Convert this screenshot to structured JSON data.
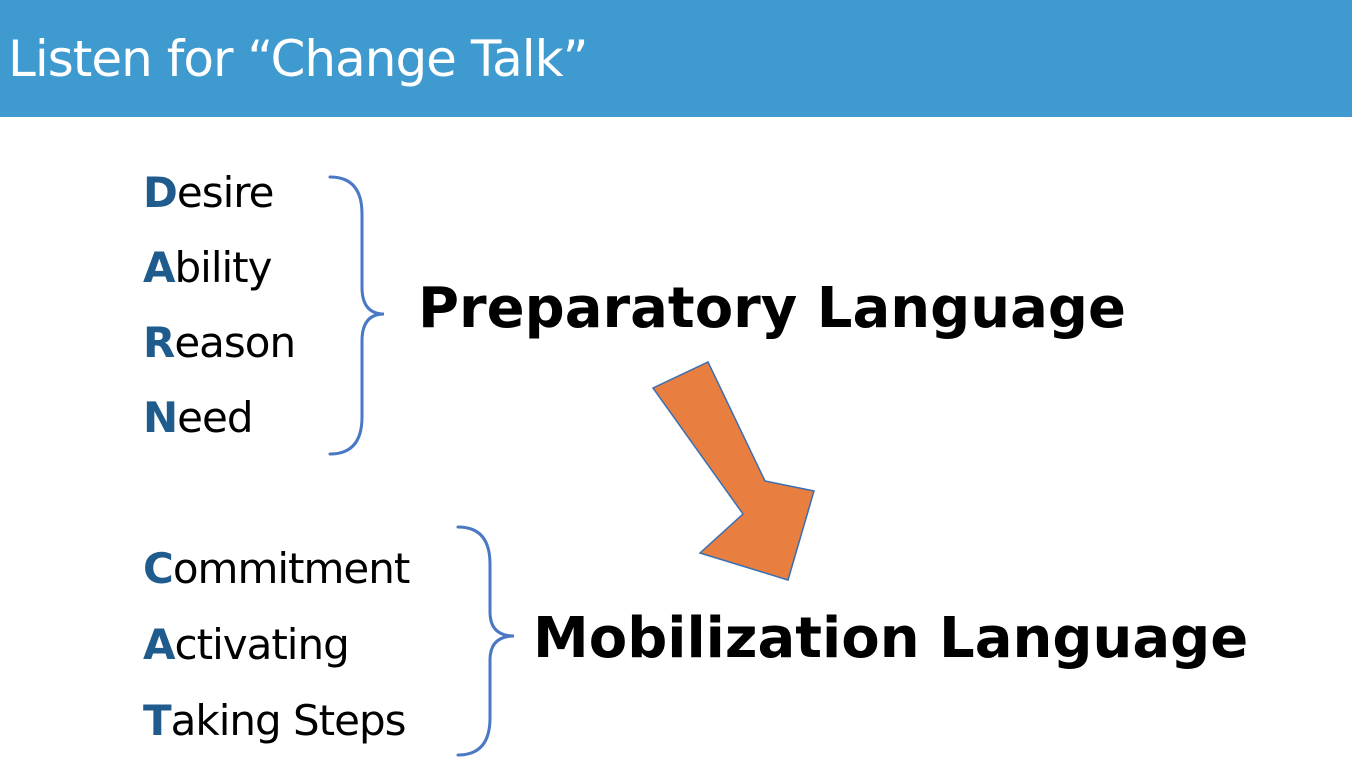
{
  "title": "Listen for “Change Talk”",
  "preparatory": {
    "terms": [
      {
        "initial": "D",
        "rest": "esire"
      },
      {
        "initial": "A",
        "rest": "bility"
      },
      {
        "initial": "R",
        "rest": "eason"
      },
      {
        "initial": "N",
        "rest": "eed"
      }
    ],
    "label": "Preparatory Language"
  },
  "mobilization": {
    "terms": [
      {
        "initial": "C",
        "rest": "ommitment"
      },
      {
        "initial": "A",
        "rest": "ctivating"
      },
      {
        "initial": "T",
        "rest": "aking Steps"
      }
    ],
    "label": "Mobilization Language"
  },
  "colors": {
    "title_bar": "#3e9acf",
    "initial_letter": "#1f5b8c",
    "brace": "#4a78c4",
    "arrow_fill": "#e97e41",
    "arrow_stroke": "#3a6fb0"
  },
  "icons": {
    "arrow": "down-right-arrow-icon",
    "brace": "right-curly-brace-icon"
  }
}
